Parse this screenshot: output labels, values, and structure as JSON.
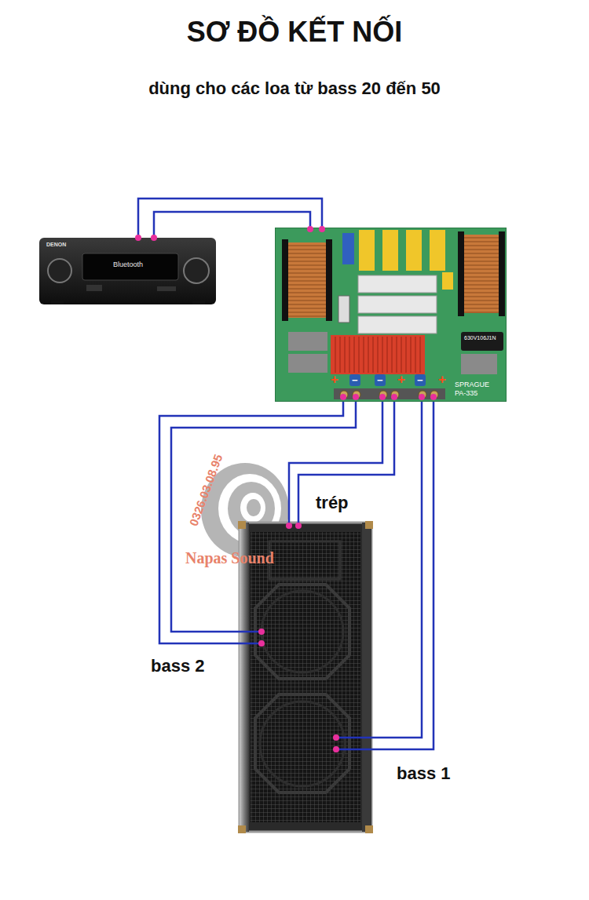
{
  "diagram": {
    "title": "SƠ ĐỒ KẾT NỐI",
    "nodes": [
      {
        "text": [
          "DENON",
          "Bluetooth"
        ]
      },
      {
        "text": [
          "SPRAGUE PA-335"
        ]
      }
    ],
    "edges": [
      {
        "from": 0,
        "to": 1,
        "arrow": "none"
      },
      {
        "from": 0,
        "to": 1,
        "arrow": "none"
      }
    ],
    "labels": [
      "dùng cho các loa từ bass 20 đến 50",
      "630V106J1N",
      "+",
      "−",
      "−",
      "+",
      "−",
      "+",
      "trép",
      "0326.03.08.95",
      "Napas Sound",
      "bass 2",
      "bass 1"
    ]
  }
}
